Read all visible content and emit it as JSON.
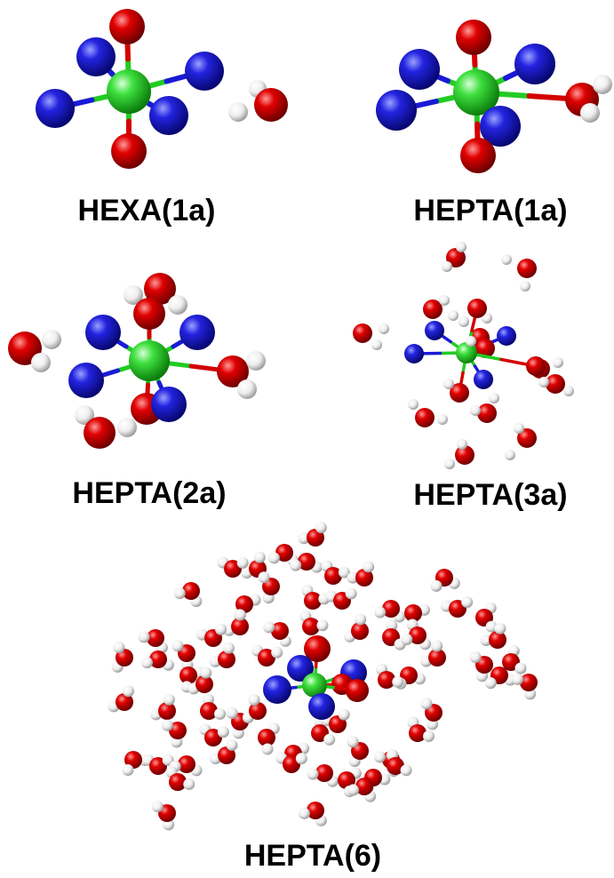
{
  "colors": {
    "metal": "#22cc22",
    "nitrogen": "#1a1ad6",
    "oxygen": "#d40000",
    "hydrogen": "#f2f2f2",
    "background": "#ffffff"
  },
  "panels": [
    {
      "id": "hexa-1a",
      "label": "HEXA(1a)"
    },
    {
      "id": "hepta-1a",
      "label": "HEPTA(1a)"
    },
    {
      "id": "hepta-2a",
      "label": "HEPTA(2a)"
    },
    {
      "id": "hepta-3a",
      "label": "HEPTA(3a)"
    },
    {
      "id": "hepta-6",
      "label": "HEPTA(6)"
    }
  ]
}
